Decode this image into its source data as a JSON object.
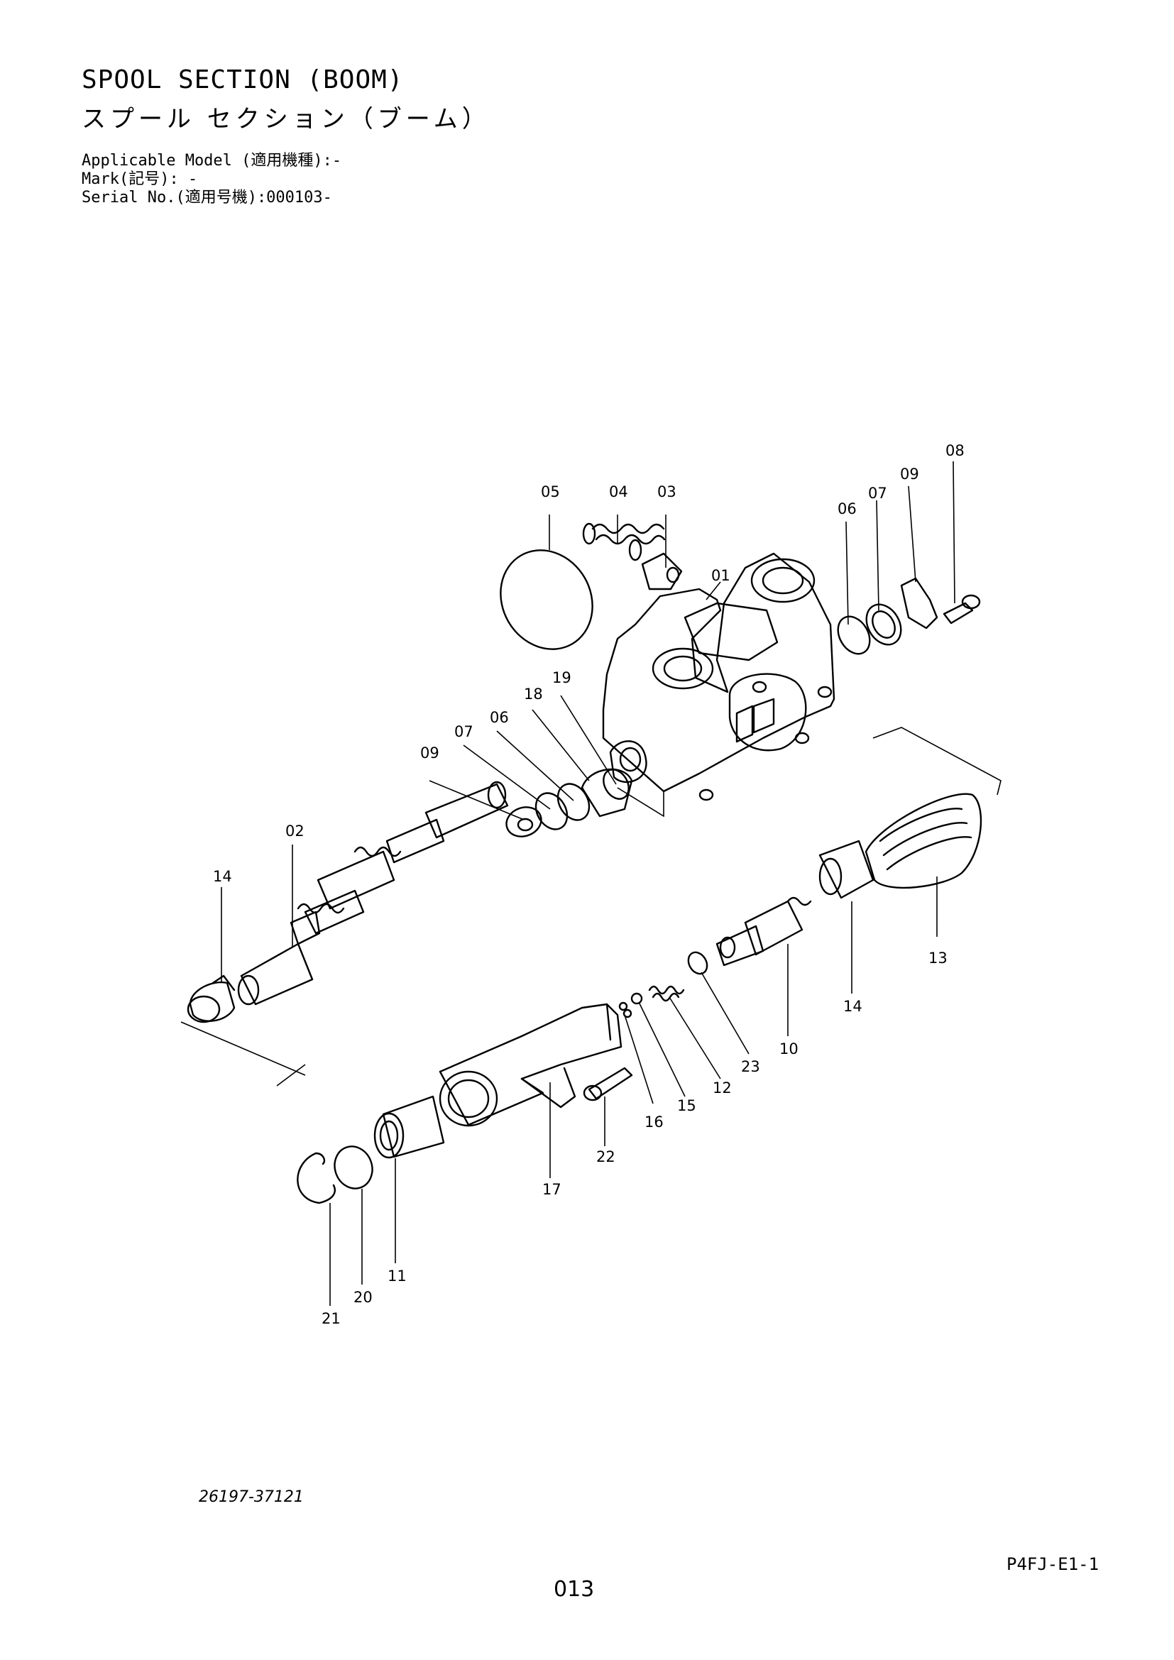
{
  "header": {
    "title_en": "SPOOL SECTION (BOOM)",
    "title_jp": "スプール セクション（ブーム）",
    "applicable_model": "Applicable Model (適用機種):-",
    "mark": "Mark(記号): -",
    "serial_no": "Serial No.(適用号機):000103-"
  },
  "footer": {
    "drawing_number": "26197-37121",
    "page_code": "P4FJ-E1-1",
    "page_number": "013"
  },
  "callouts": {
    "c01": "01",
    "c02": "02",
    "c03": "03",
    "c04": "04",
    "c05": "05",
    "c06a": "06",
    "c06b": "06",
    "c07a": "07",
    "c07b": "07",
    "c08": "08",
    "c09a": "09",
    "c09b": "09",
    "c10": "10",
    "c11": "11",
    "c12": "12",
    "c13": "13",
    "c14a": "14",
    "c14b": "14",
    "c15": "15",
    "c16": "16",
    "c17": "17",
    "c18": "18",
    "c19": "19",
    "c20": "20",
    "c21": "21",
    "c22": "22",
    "c23": "23"
  },
  "icons": [
    "valve-body",
    "spool",
    "spring",
    "o-ring",
    "cap",
    "screw",
    "snap-ring"
  ]
}
